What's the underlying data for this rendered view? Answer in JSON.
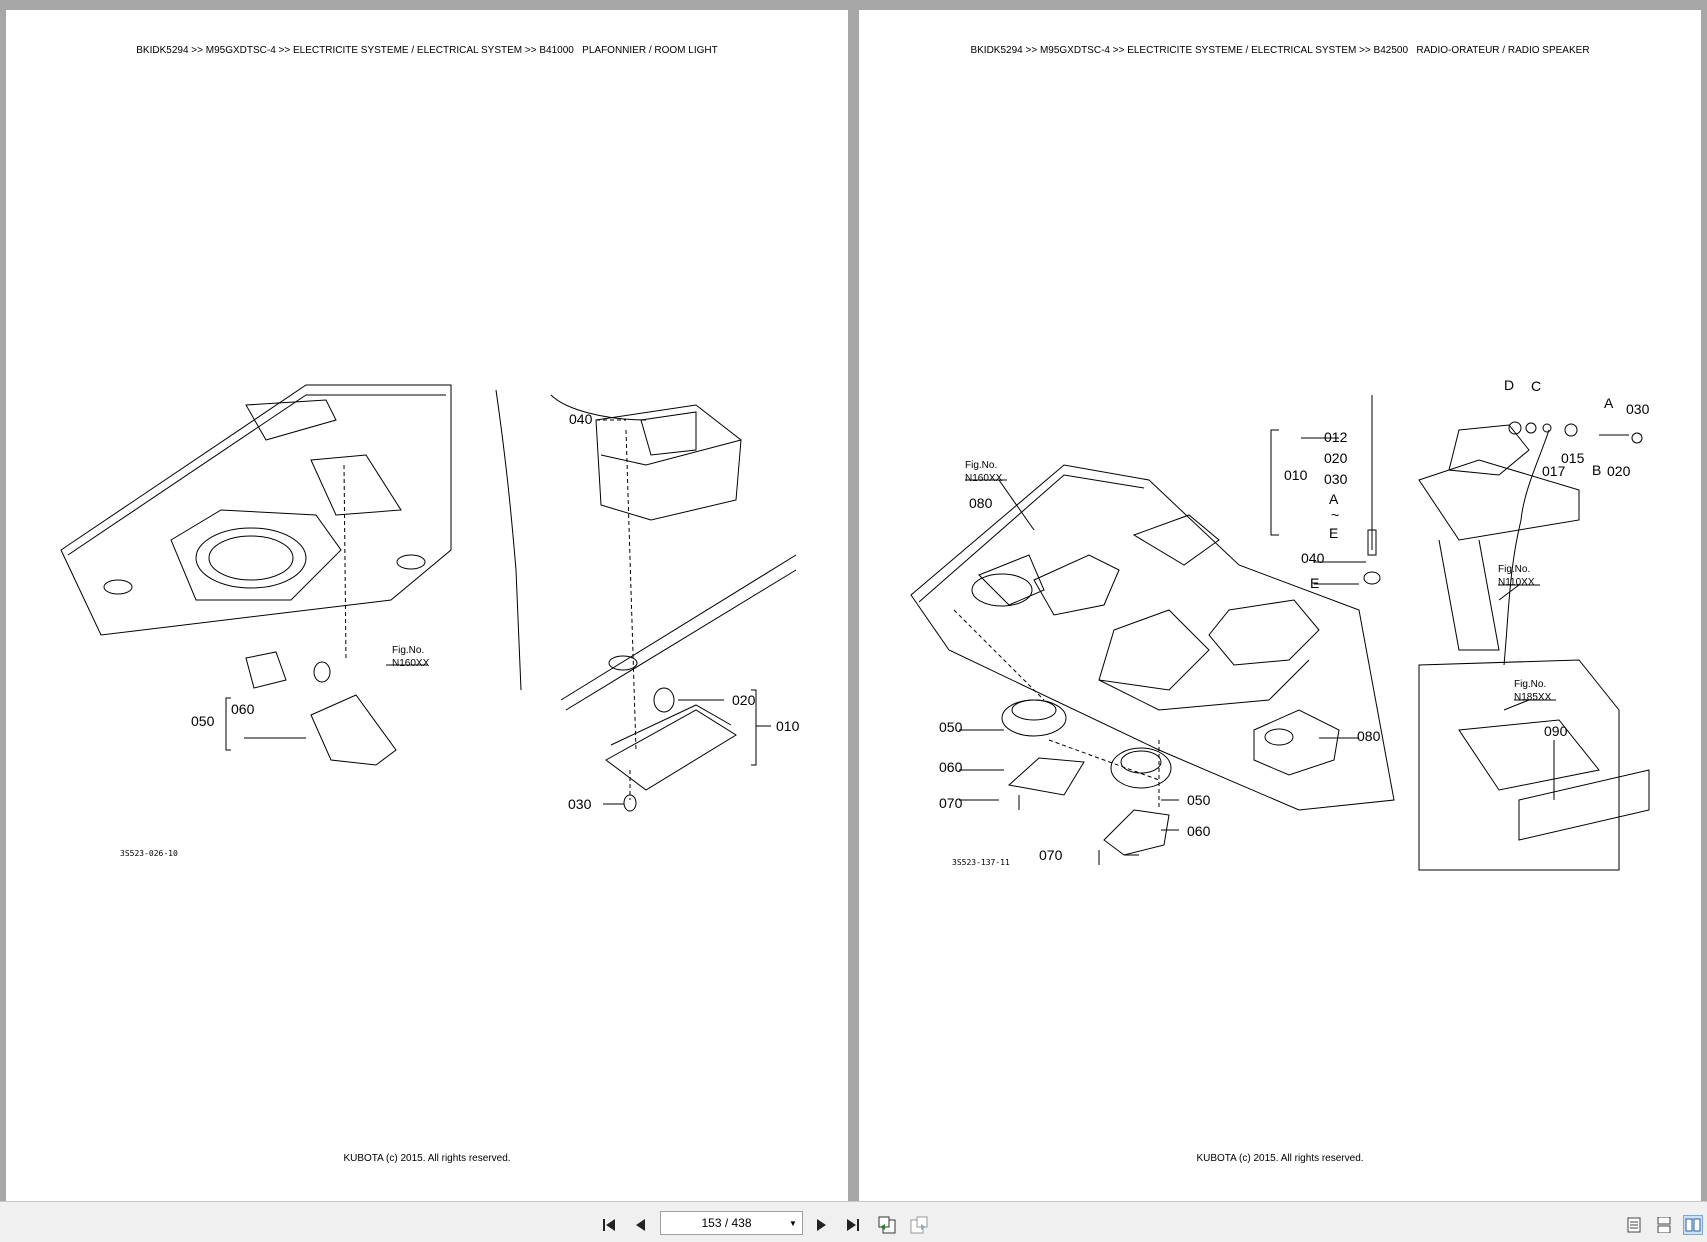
{
  "pages": [
    {
      "header": "BKIDK5294 >> M95GXDTSC-4 >> ELECTRICITE SYSTEME / ELECTRICAL SYSTEM >> B41000   PLAFONNIER / ROOM LIGHT",
      "footer": "KUBOTA (c) 2015. All rights reserved.",
      "drawing_code": "3S523-026-10",
      "fig_ref": {
        "line1": "Fig.No.",
        "line2": "N160XX"
      },
      "callouts": [
        "040",
        "020",
        "010",
        "030",
        "060",
        "050"
      ]
    },
    {
      "header": "BKIDK5294 >> M95GXDTSC-4 >> ELECTRICITE SYSTEME / ELECTRICAL SYSTEM >> B42500   RADIO-ORATEUR / RADIO SPEAKER",
      "footer": "KUBOTA (c) 2015. All rights reserved.",
      "drawing_code": "3S523-137-11",
      "fig_refs": [
        {
          "line1": "Fig.No.",
          "line2": "N160XX"
        },
        {
          "line1": "Fig.No.",
          "line2": "N110XX"
        },
        {
          "line1": "Fig.No.",
          "line2": "N185XX"
        }
      ],
      "callouts": [
        "012",
        "020",
        "030",
        "A",
        "~",
        "E",
        "010",
        "040",
        "E",
        "D",
        "C",
        "A",
        "030",
        "015",
        "017",
        "B",
        "020",
        "080",
        "050",
        "060",
        "070",
        "080",
        "050",
        "060",
        "070",
        "090"
      ]
    }
  ],
  "toolbar": {
    "page_indicator": "153 / 438",
    "buttons": [
      "first-page-icon",
      "previous-page-icon",
      "next-page-icon",
      "last-page-icon",
      "previous-view-icon",
      "next-view-icon"
    ],
    "view_modes": [
      "single-page-icon",
      "continuous-icon",
      "two-page-icon"
    ],
    "active_view": "two-page-icon"
  }
}
